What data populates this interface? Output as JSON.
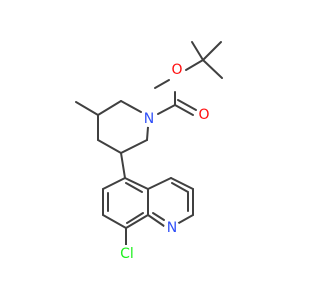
{
  "molecule": {
    "atoms": {
      "ether_oxygen": {
        "symbol": "O",
        "color": "#ff0d0d"
      },
      "carbonyl_oxygen": {
        "symbol": "O",
        "color": "#ff0d0d"
      },
      "piperidine_nitrogen": {
        "symbol": "N",
        "color": "#3050f8"
      },
      "quinoline_nitrogen": {
        "symbol": "N",
        "color": "#3050f8"
      },
      "chlorine": {
        "symbol": "Cl",
        "color": "#1ff01f"
      }
    },
    "bond_color": "#404040"
  }
}
